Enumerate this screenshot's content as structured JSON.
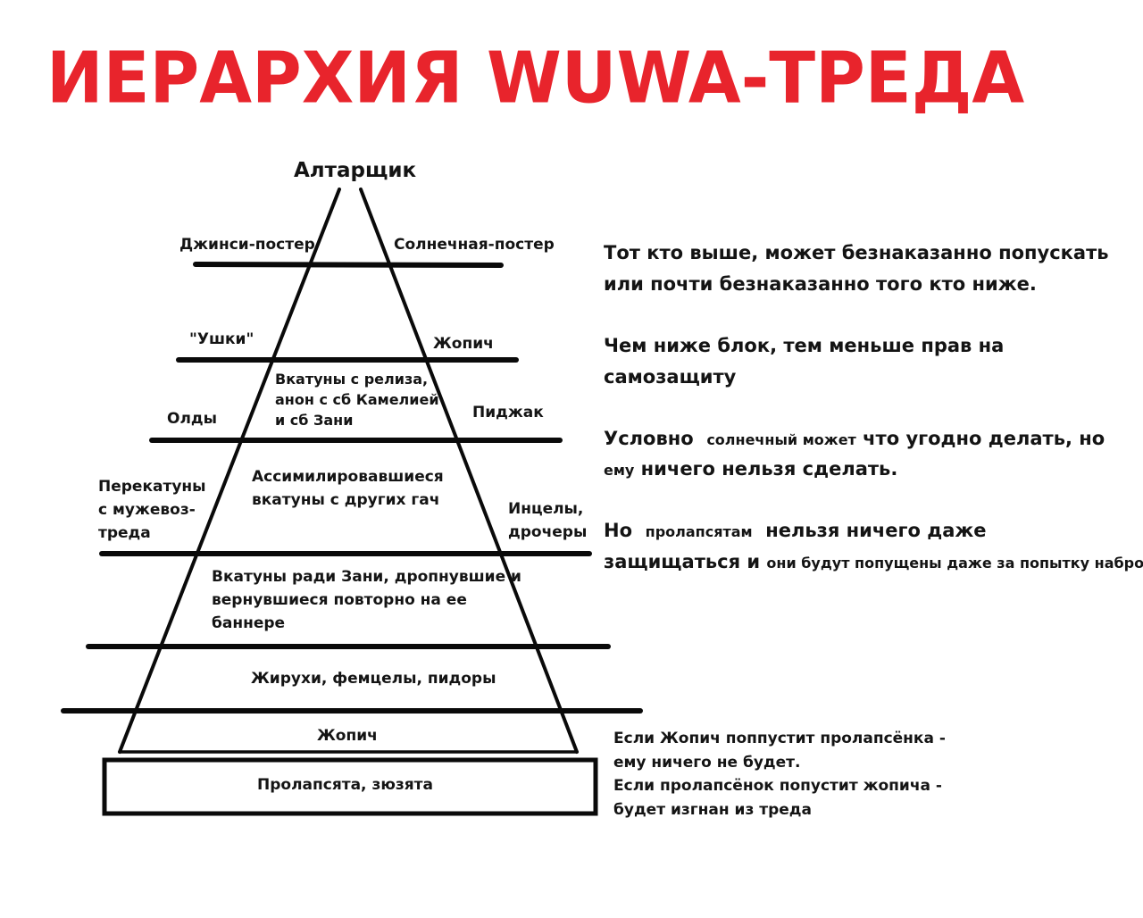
{
  "title": {
    "part1": "ИЕРАРХИЯ",
    "part2": "WUWA-ТРЕДА",
    "color": "#e8242c"
  },
  "pyramid": {
    "apex": "Алтарщик",
    "labels": {
      "jeans_poster": "Джинси-постер",
      "solar_poster": "Солнечная-постер",
      "ushki": "\"Ушки\"",
      "zhopich_right": "Жопич",
      "oldy": "Олды",
      "pidzhak": "Пиджак",
      "perekatuny": "Перекатуны с мужевоз-треда",
      "incels": "Инцелы, дрочеры"
    },
    "inner": {
      "tier_release": [
        "Вкатуны с релиза,",
        "анон с сб Камелией",
        "и сб Зани"
      ],
      "tier_assim": [
        "Ассимилировавшиеся",
        "вкатуны с других гач"
      ],
      "tier_zani": [
        "Вкатуны ради Зани, дропнувшие и",
        "вернувшиеся повторно на ее",
        "баннере"
      ],
      "tier_femcel": "Жирухи, фемцелы, пидоры",
      "tier_zhopich": "Жопич",
      "base": "Пролапсята, зюзята"
    }
  },
  "rules": {
    "r1a": "Тот кто выше, может безнаказанно",
    "r1b": "попускать",
    "r1c": "или почти безнаказанно того кто ниже.",
    "r2a": "Чем ниже блок, тем меньше прав на",
    "r2b": "самозащиту",
    "r3a": "Условно",
    "r3b": "солнечный может",
    "r3c": "что угодно делать, но",
    "r3d": "ему",
    "r3e": "ничего нельзя сделать.",
    "r4a": "Но",
    "r4b": "пролапсятам",
    "r4c": "нельзя ничего даже",
    "r4d": "защищаться и",
    "r4e": "они будут попущены даже за попытку наброса"
  },
  "note": {
    "l1": "Если Жопич поппустит пролапсёнка -",
    "l2": "ему ничего не будет.",
    "l3": "Если пролапсёнок попустит жопича -",
    "l4": "будет изгнан из треда"
  }
}
